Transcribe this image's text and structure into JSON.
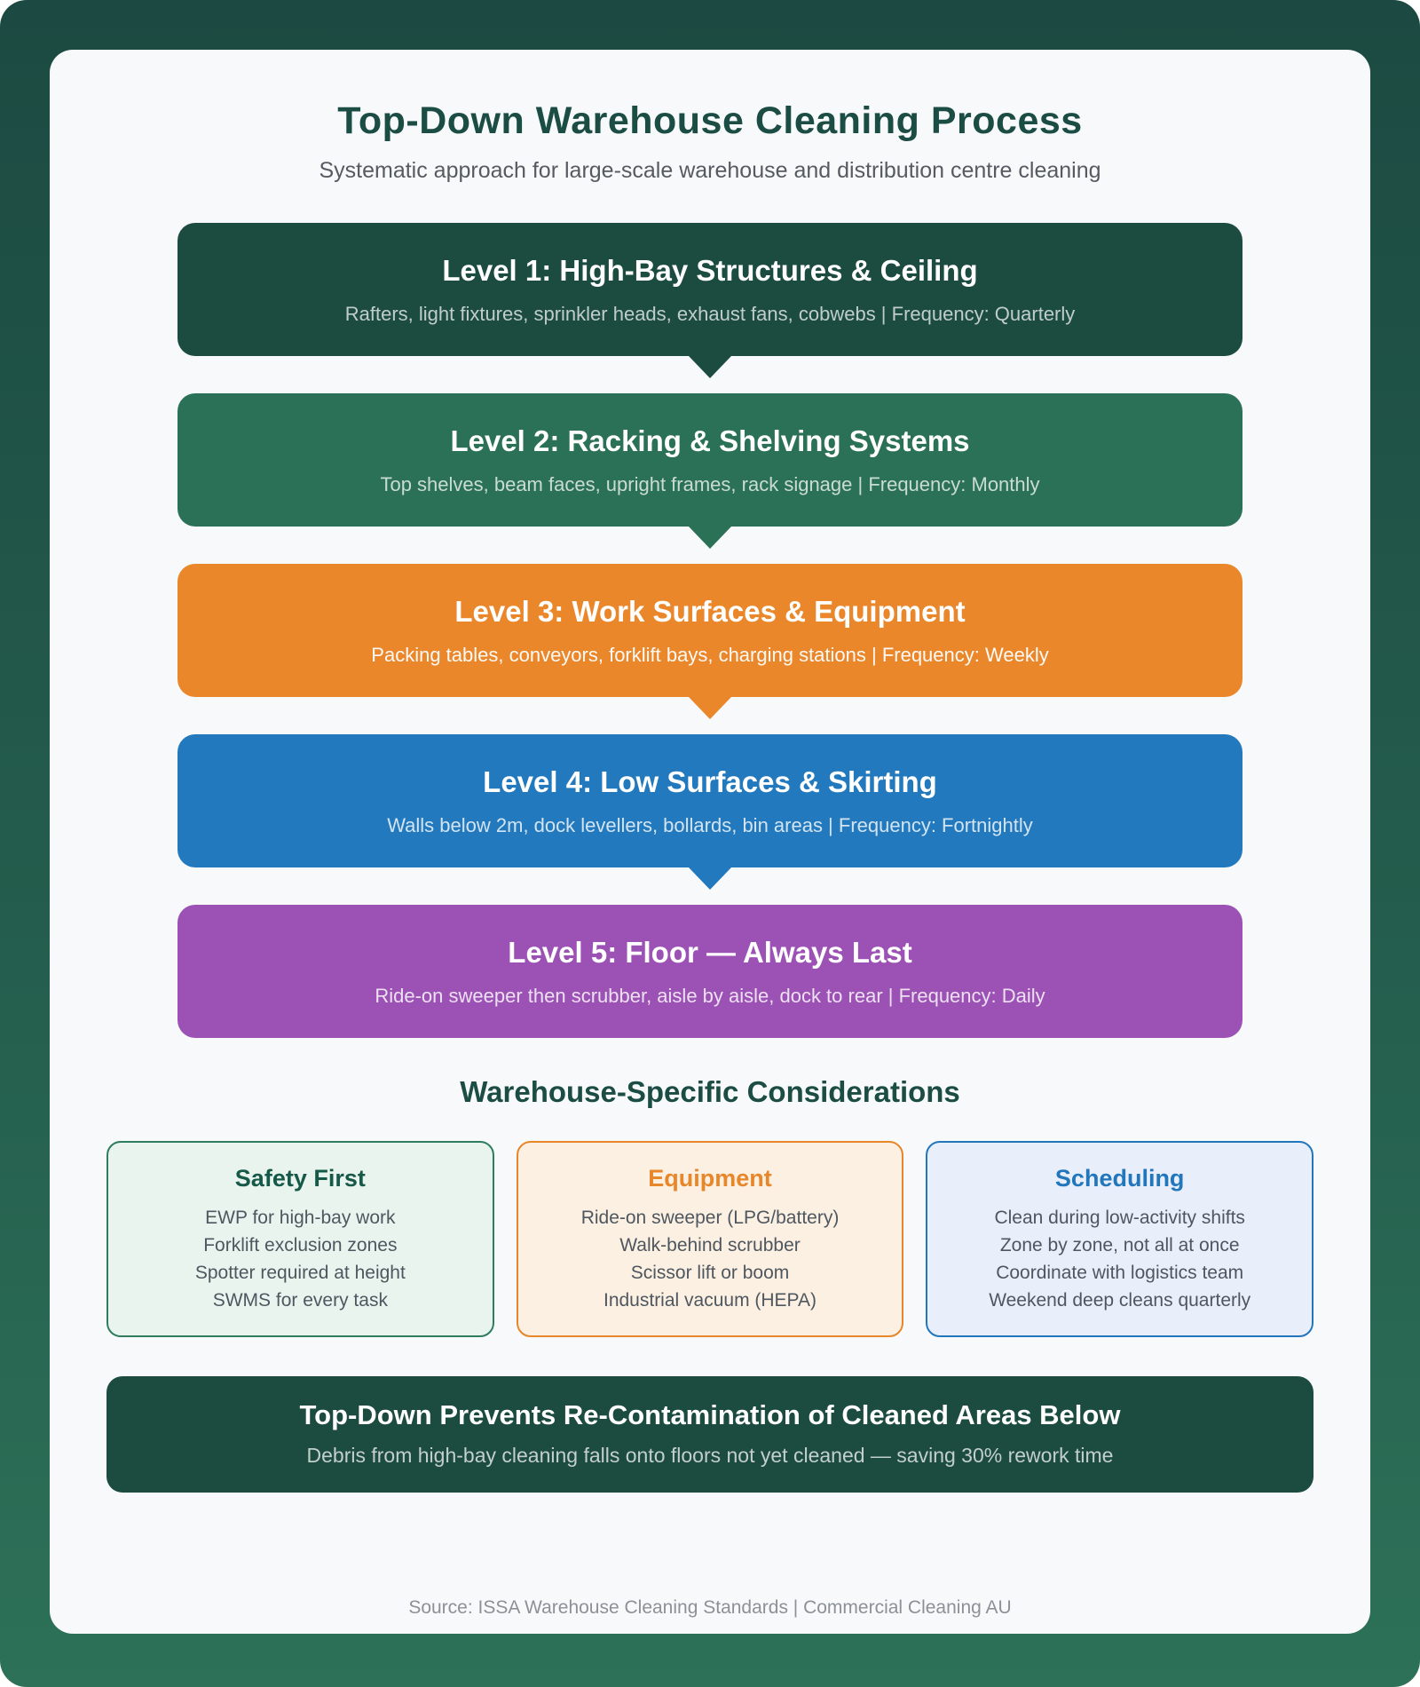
{
  "page": {
    "title": "Top-Down Warehouse Cleaning Process",
    "subtitle": "Systematic approach for large-scale warehouse and distribution centre cleaning",
    "footer": "Source: ISSA Warehouse Cleaning Standards | Commercial Cleaning AU"
  },
  "colors": {
    "outer_top": "#1C4A42",
    "outer_bottom": "#2D7158",
    "sheet_bg": "#F8F9FB",
    "heading_green": "#1B4D44"
  },
  "levels": [
    {
      "title": "Level 1: High-Bay Structures & Ceiling",
      "detail": "Rafters, light fixtures, sprinkler heads, exhaust fans, cobwebs | Frequency: Quarterly",
      "color": "#1C4B40",
      "detail_color": "rgba(255,255,255,0.72)"
    },
    {
      "title": "Level 2: Racking & Shelving Systems",
      "detail": "Top shelves, beam faces, upright frames, rack signage | Frequency: Monthly",
      "color": "#2B7158",
      "detail_color": "rgba(255,255,255,0.75)"
    },
    {
      "title": "Level 3: Work Surfaces & Equipment",
      "detail": "Packing tables, conveyors, forklift bays, charging stations | Frequency: Weekly",
      "color": "#EA872B",
      "detail_color": "rgba(255,255,255,0.95)"
    },
    {
      "title": "Level 4: Low Surfaces & Skirting",
      "detail": "Walls below 2m, dock levellers, bollards, bin areas | Frequency: Fortnightly",
      "color": "#2279BD",
      "detail_color": "rgba(255,255,255,0.80)"
    },
    {
      "title": "Level 5: Floor — Always Last",
      "detail": "Ride-on sweeper then scrubber, aisle by aisle, dock to rear | Frequency: Daily",
      "color": "#9C52B5",
      "detail_color": "rgba(255,255,255,0.82)"
    }
  ],
  "considerations": {
    "heading": "Warehouse-Specific Considerations",
    "cards": [
      {
        "title": "Safety First",
        "title_color": "#175949",
        "bg": "#EAF4EF",
        "border": "#2E7D5E",
        "items": [
          "EWP for high-bay work",
          "Forklift exclusion zones",
          "Spotter required at height",
          "SWMS for every task"
        ]
      },
      {
        "title": "Equipment",
        "title_color": "#E8862A",
        "bg": "#FCF0E3",
        "border": "#E8862A",
        "items": [
          "Ride-on sweeper (LPG/battery)",
          "Walk-behind scrubber",
          "Scissor lift or boom",
          "Industrial vacuum (HEPA)"
        ]
      },
      {
        "title": "Scheduling",
        "title_color": "#2176BC",
        "bg": "#E9EEFB",
        "border": "#2176BC",
        "items": [
          "Clean during low-activity shifts",
          "Zone by zone, not all at once",
          "Coordinate with logistics team",
          "Weekend deep cleans quarterly"
        ]
      }
    ]
  },
  "banner": {
    "title": "Top-Down Prevents Re-Contamination of Cleaned Areas Below",
    "subtitle": "Debris from high-bay cleaning falls onto floors not yet cleaned — saving 30% rework time"
  }
}
